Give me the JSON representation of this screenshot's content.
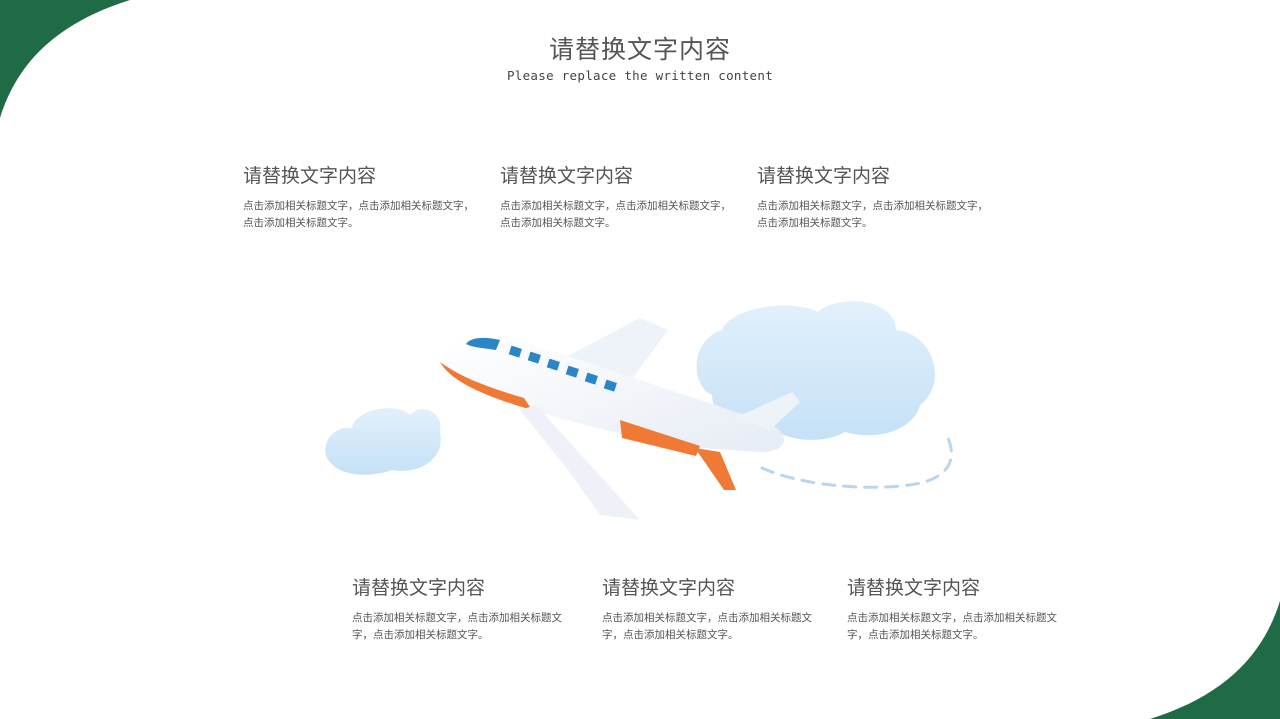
{
  "header": {
    "title": "请替换文字内容",
    "subtitle": "Please replace the written content"
  },
  "items": [
    {
      "title": "请替换文字内容",
      "description": "点击添加相关标题文字，点击添加相关标题文字，点击添加相关标题文字。"
    },
    {
      "title": "请替换文字内容",
      "description": "点击添加相关标题文字，点击添加相关标题文字，点击添加相关标题文字。"
    },
    {
      "title": "请替换文字内容",
      "description": "点击添加相关标题文字，点击添加相关标题文字，点击添加相关标题文字。"
    },
    {
      "title": "请替换文字内容",
      "description": "点击添加相关标题文字，点击添加相关标题文字，点击添加相关标题文字。"
    },
    {
      "title": "请替换文字内容",
      "description": "点击添加相关标题文字，点击添加相关标题文字，点击添加相关标题文字。"
    },
    {
      "title": "请替换文字内容",
      "description": "点击添加相关标题文字，点击添加相关标题文字，点击添加相关标题文字。"
    }
  ],
  "colors": {
    "accent_green": "#1e6b45",
    "plane_orange": "#f07a35",
    "plane_blue": "#2b86c8",
    "cloud_blue": "#cfe6f8"
  },
  "icons": [
    "airplane-illustration",
    "cloud-icon"
  ]
}
